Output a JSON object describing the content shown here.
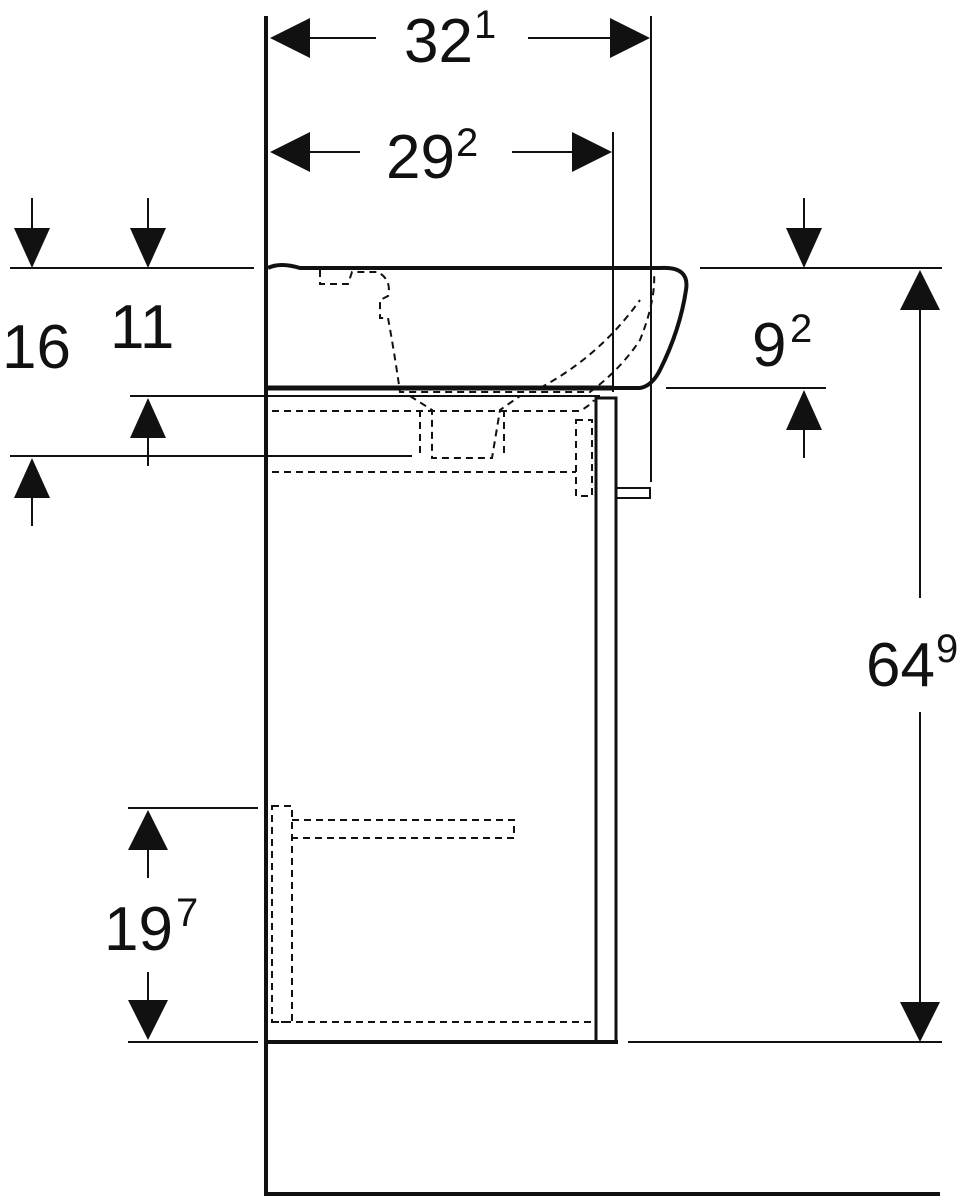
{
  "dimensions": {
    "overall_depth": {
      "main": "32",
      "sup": "1"
    },
    "basin_depth": {
      "main": "29",
      "sup": "2"
    },
    "left_height_outer": {
      "main": "16",
      "sup": ""
    },
    "left_height_inner": {
      "main": "11",
      "sup": ""
    },
    "basin_height_right": {
      "main": "9",
      "sup": "2"
    },
    "cabinet_height": {
      "main": "64",
      "sup": "9"
    },
    "drawer_height": {
      "main": "19",
      "sup": "7"
    }
  },
  "colors": {
    "line": "#111111",
    "background": "#ffffff"
  }
}
